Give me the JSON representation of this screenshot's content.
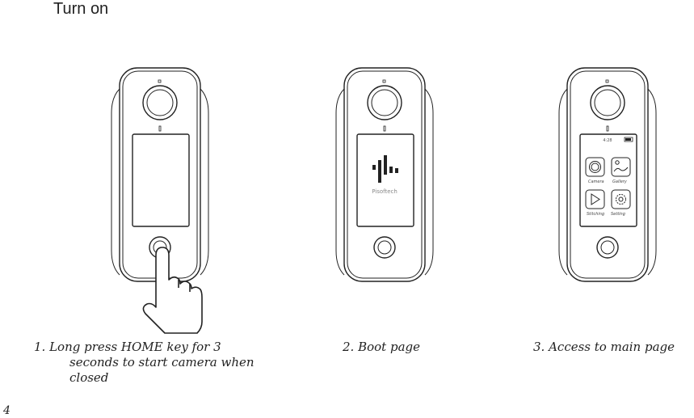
{
  "page": {
    "title": "Turn on",
    "page_number": "4"
  },
  "steps": [
    {
      "number": "1.",
      "caption_lines": [
        "Long press HOME key for 3",
        "seconds to start camera when",
        "closed"
      ]
    },
    {
      "number": "2.",
      "caption": "Boot page",
      "screen_brand": "Pisoftech"
    },
    {
      "number": "3.",
      "caption": "Access to main page",
      "status_time": "4:28",
      "app_labels": [
        "Camera",
        "Gallery",
        "Stitching",
        "Setting"
      ]
    }
  ],
  "icons": [
    "camera-lens-icon",
    "home-button-icon",
    "hand-pointer-icon",
    "brand-logo-icon",
    "camera-app-icon",
    "gallery-app-icon",
    "play-app-icon",
    "gear-app-icon",
    "battery-icon"
  ]
}
